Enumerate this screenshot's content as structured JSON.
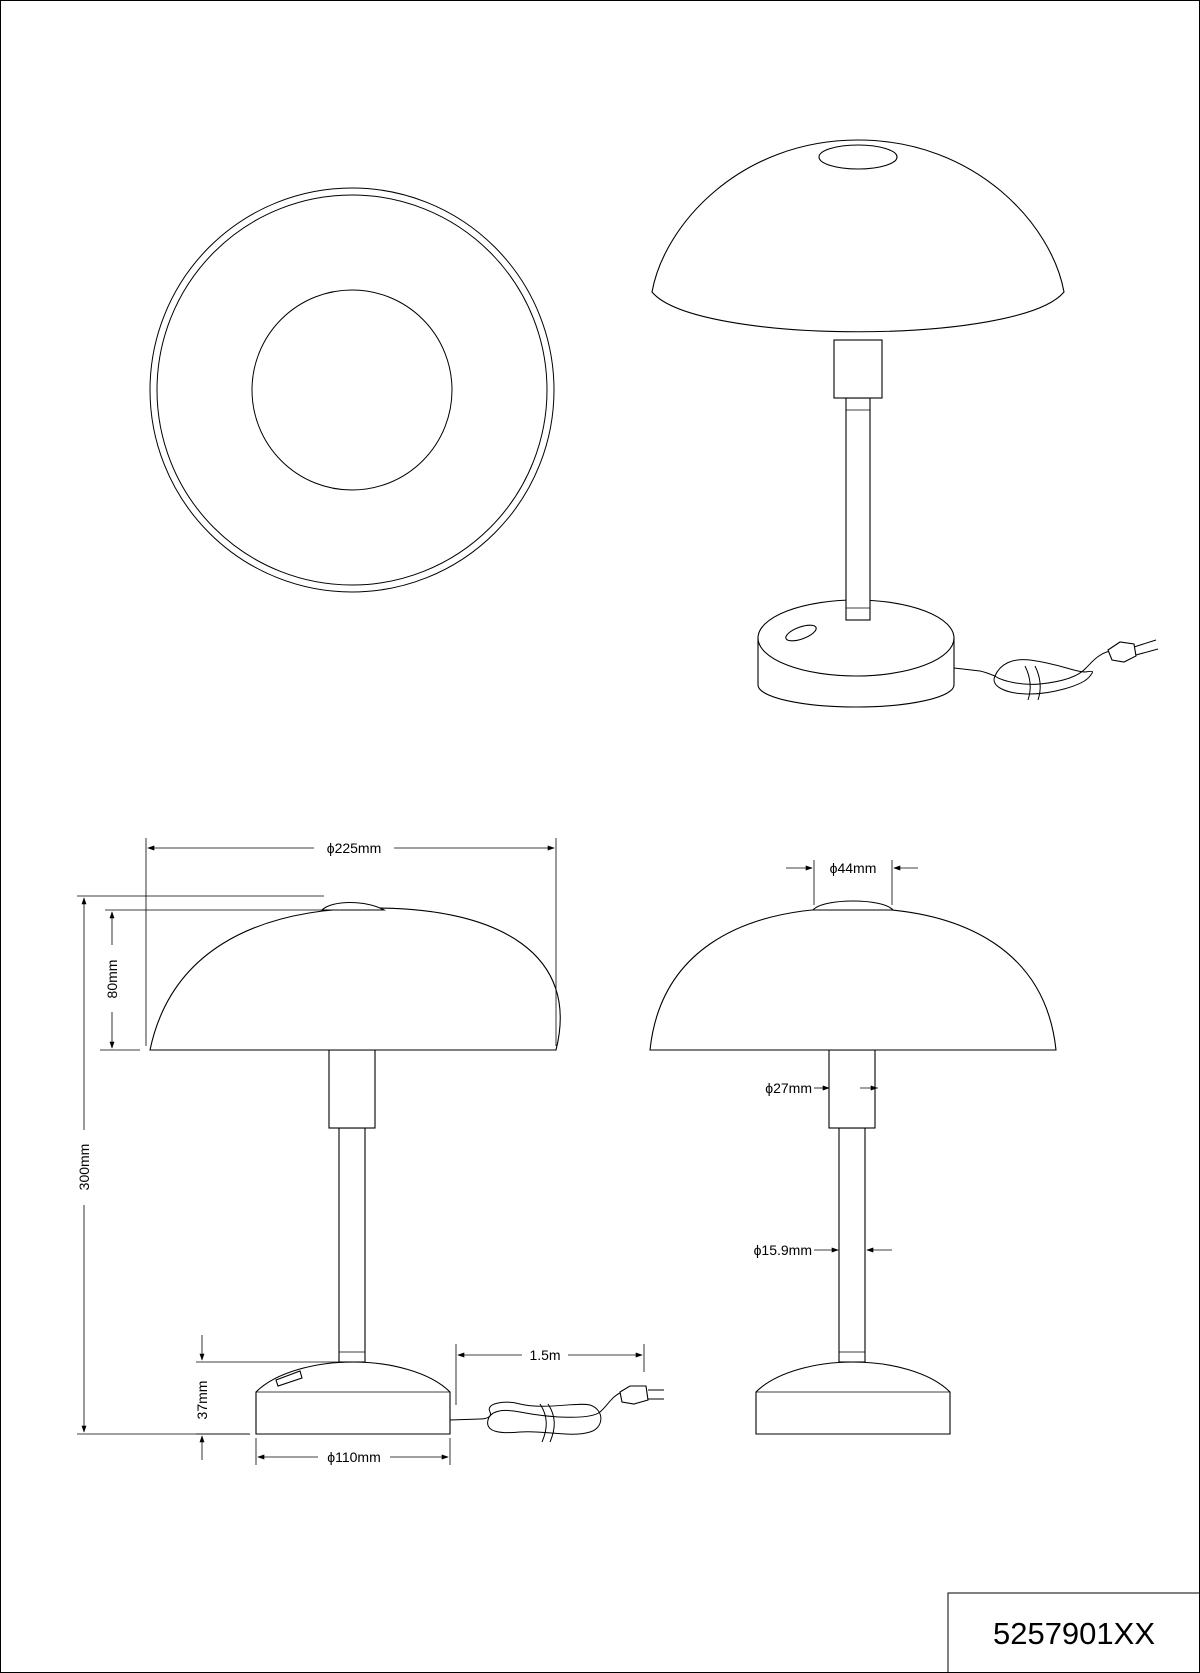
{
  "drawing": {
    "article_number": "5257901XX",
    "views": [
      "top-view",
      "perspective-view",
      "front-view",
      "side-view"
    ]
  },
  "dimensions": {
    "shade_diameter": "ϕ225mm",
    "shade_height": "80mm",
    "total_height": "300mm",
    "base_height": "37mm",
    "base_diameter": "ϕ110mm",
    "cable_length": "1.5m",
    "top_cap_diameter": "ϕ44mm",
    "socket_diameter": "ϕ27mm",
    "stem_diameter": "ϕ15.9mm"
  },
  "colors": {
    "line": "#000000",
    "background": "#ffffff"
  }
}
